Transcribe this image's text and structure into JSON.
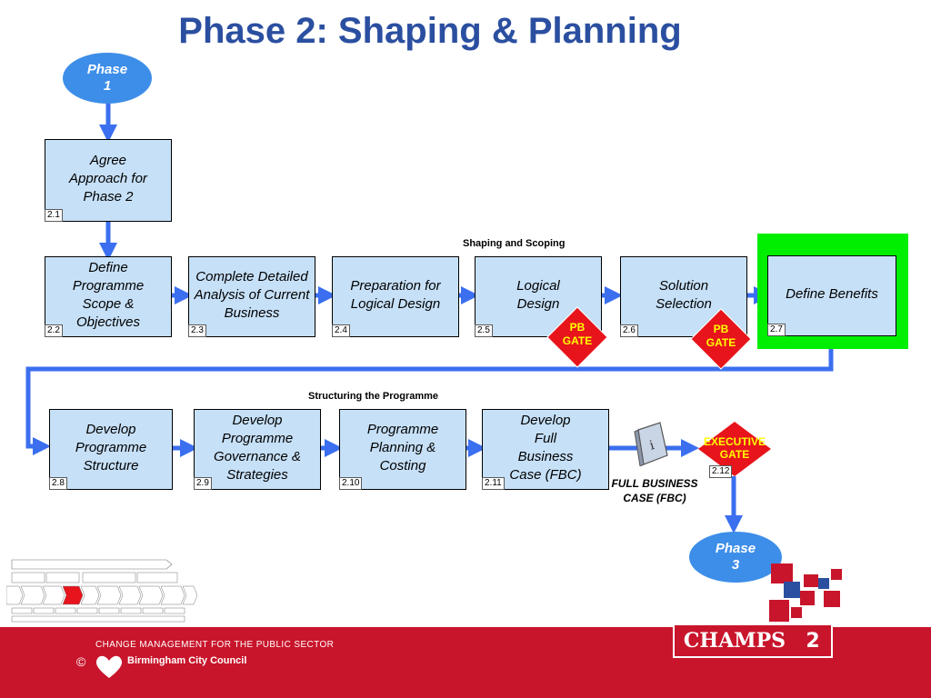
{
  "title": "Phase 2: Shaping & Planning",
  "phase1": "Phase 1",
  "phase3": "Phase 3",
  "steps": [
    {
      "num": "2.1",
      "text": "Agree Approach for Phase 2"
    },
    {
      "num": "2.2",
      "text": "Define Programme Scope & Objectives"
    },
    {
      "num": "2.3",
      "text": "Complete Detailed Analysis of Current Business"
    },
    {
      "num": "2.4",
      "text": "Preparation for Logical Design"
    },
    {
      "num": "2.5",
      "text": "Logical Design"
    },
    {
      "num": "2.6",
      "text": "Solution Selection"
    },
    {
      "num": "2.7",
      "text": "Define Benefits"
    },
    {
      "num": "2.8",
      "text": "Develop Programme Structure"
    },
    {
      "num": "2.9",
      "text": "Develop Programme Governance & Strategies"
    },
    {
      "num": "2.10",
      "text": "Programme Planning & Costing"
    },
    {
      "num": "2.11",
      "text": "Develop Full Business Case (FBC)"
    }
  ],
  "labels": {
    "shaping": "Shaping and Scoping",
    "structuring": "Structuring the Programme"
  },
  "gates": {
    "pb": "PB GATE",
    "executive": "EXECUTIVE GATE",
    "executive_num": "2.12"
  },
  "fbc_label": "FULL BUSINESS CASE (FBC)",
  "footer": {
    "tagline": "CHANGE MANAGEMENT FOR THE PUBLIC SECTOR",
    "copyright": "©",
    "council": "Birmingham City Council",
    "brand": "CHAMPS",
    "brand_num": "2"
  },
  "colors": {
    "title": "#2B4FA0",
    "box_fill": "#C6E0F7",
    "arrow": "#3B6FEF",
    "oval": "#3D8EE8",
    "gate": "#E8141B",
    "gate_text": "#FFFF00",
    "highlight": "#00EE00",
    "footer": "#C8152B"
  }
}
